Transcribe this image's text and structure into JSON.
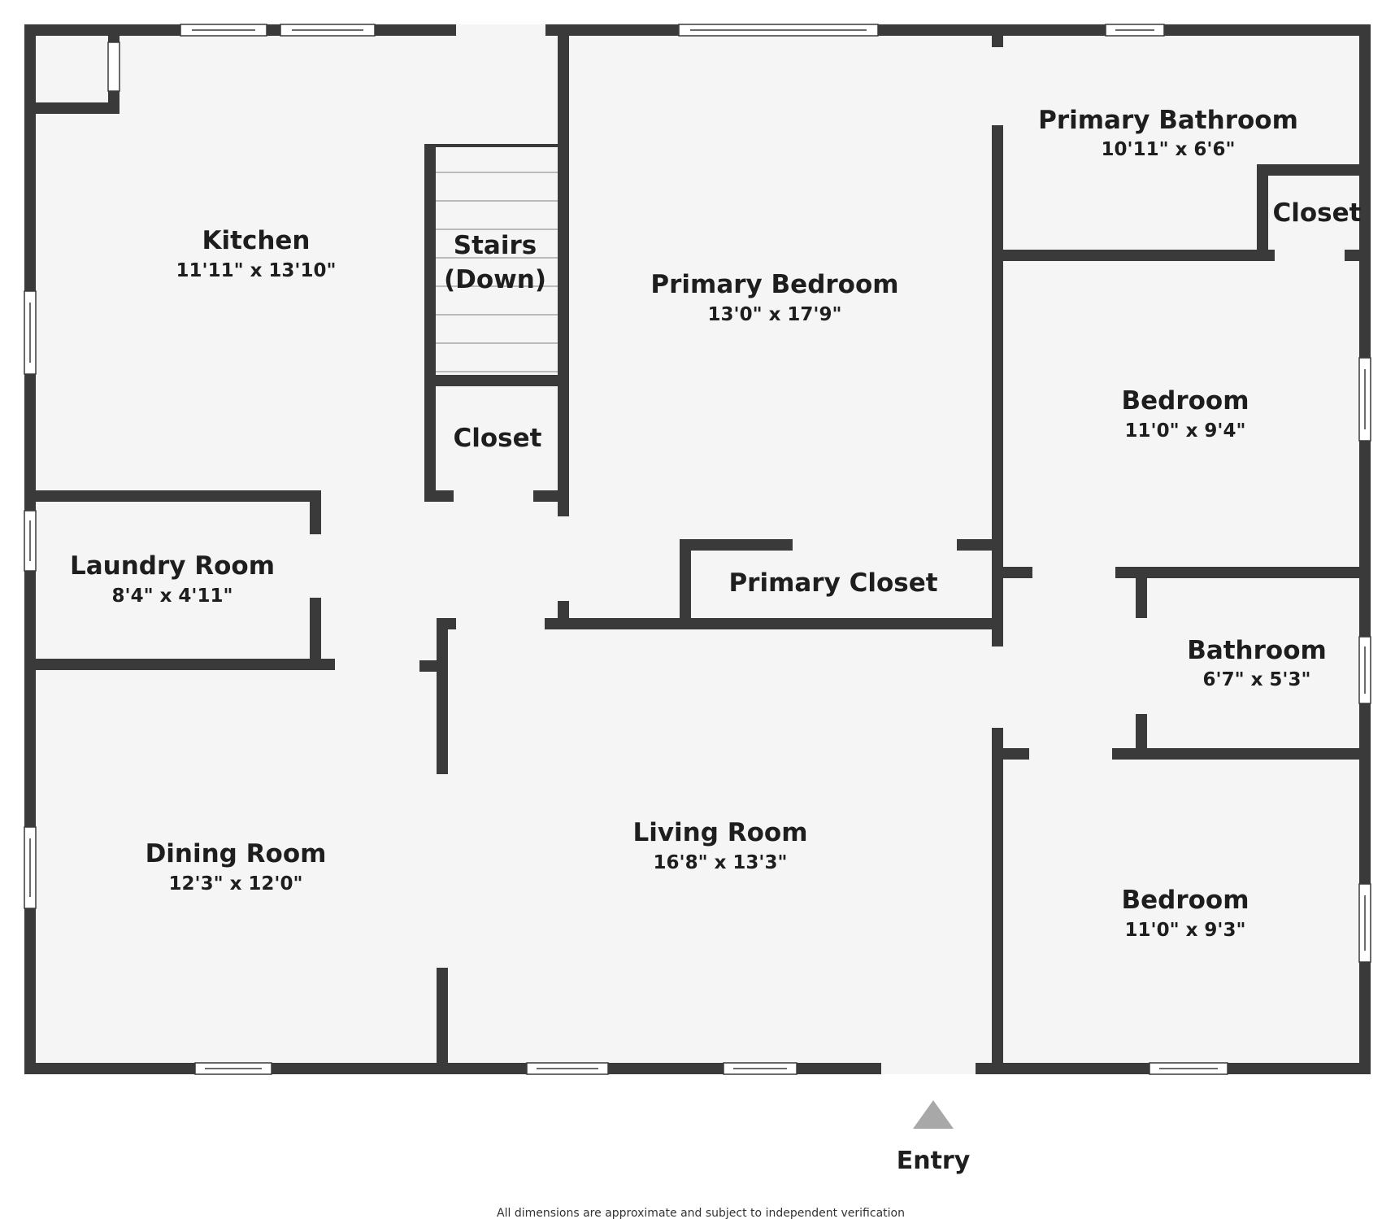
{
  "rooms": {
    "kitchen": {
      "name": "Kitchen",
      "dims": "11'11\" x 13'10\""
    },
    "stairs": {
      "name_line1": "Stairs",
      "name_line2": "(Down)"
    },
    "closet_stairs": {
      "name": "Closet"
    },
    "primary_bedroom": {
      "name": "Primary Bedroom",
      "dims": "13'0\" x 17'9\""
    },
    "primary_bathroom": {
      "name": "Primary Bathroom",
      "dims": "10'11\" x 6'6\""
    },
    "closet_bath": {
      "name": "Closet"
    },
    "bedroom_upper": {
      "name": "Bedroom",
      "dims": "11'0\" x 9'4\""
    },
    "laundry_room": {
      "name": "Laundry Room",
      "dims": "8'4\" x 4'11\""
    },
    "primary_closet": {
      "name": "Primary Closet"
    },
    "bathroom": {
      "name": "Bathroom",
      "dims": "6'7\" x 5'3\""
    },
    "dining_room": {
      "name": "Dining Room",
      "dims": "12'3\" x 12'0\""
    },
    "living_room": {
      "name": "Living Room",
      "dims": "16'8\" x 13'3\""
    },
    "bedroom_lower": {
      "name": "Bedroom",
      "dims": "11'0\" x 9'3\""
    }
  },
  "entry": {
    "label": "Entry",
    "marker_icon": "triangle-up-icon"
  },
  "disclaimer": "All dimensions are approximate and subject to independent verification",
  "colors": {
    "wall": "#3a3a3a",
    "floor": "#f5f5f5",
    "entry_marker": "#a8a8a8"
  }
}
